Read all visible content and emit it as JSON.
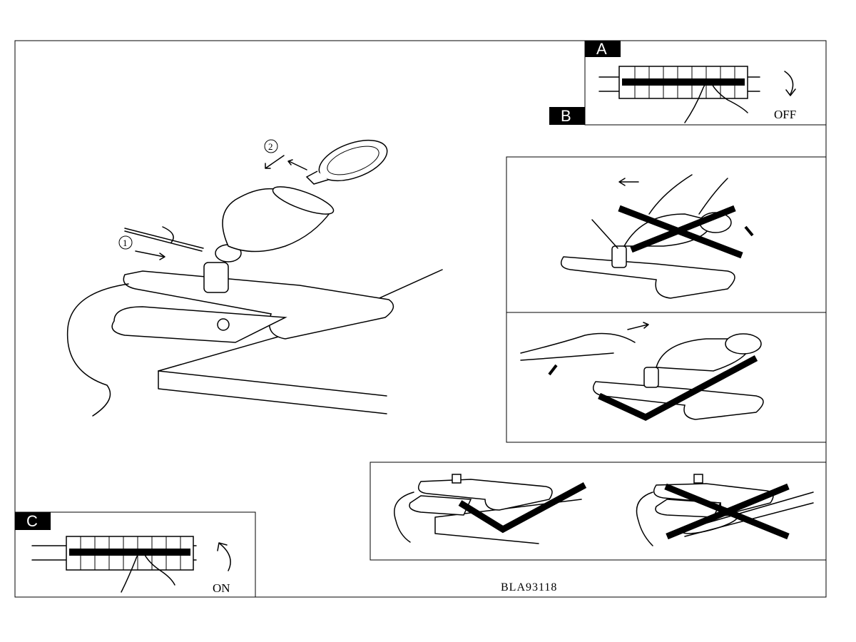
{
  "panel_a_b": {
    "label_a": "A",
    "label_b": "B",
    "status": "OFF"
  },
  "panel_c": {
    "label": "C",
    "status": "ON"
  },
  "main_diagram": {
    "step_1": "1",
    "step_2": "2"
  },
  "document_code": "BLA93118"
}
